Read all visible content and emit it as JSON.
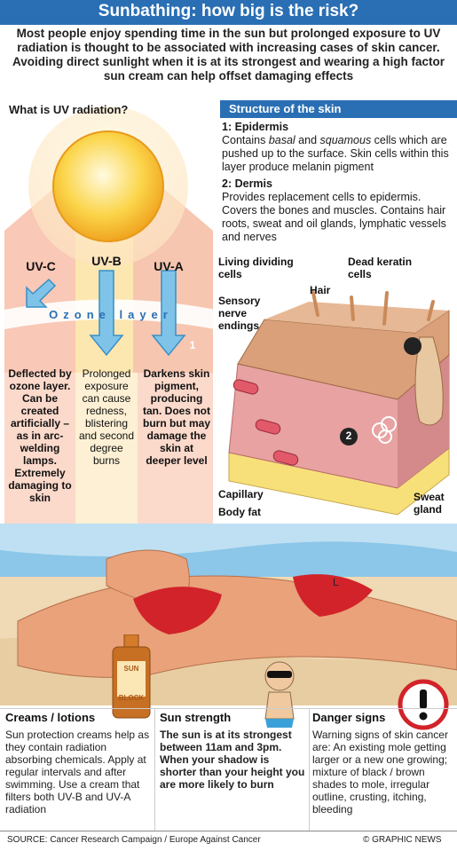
{
  "title": "Sunbathing: how big is the risk?",
  "intro": "Most people enjoy spending time in the sun but prolonged exposure to UV radiation is thought to be associated with increasing cases of skin cancer. Avoiding direct sunlight when it is at its strongest and wearing a high factor sun cream can help offset damaging effects",
  "uv": {
    "heading": "What is UV radiation?",
    "ozone_label": "Ozone layer",
    "types": [
      {
        "label": "UV-C",
        "text": "Deflected by ozone layer. Can be created artificially – as in arc-welding lamps. Extremely damaging to skin"
      },
      {
        "label": "UV-B",
        "text": "Prolonged exposure can cause redness, blistering and second degree burns"
      },
      {
        "label": "UV-A",
        "text": "Darkens skin pigment, producing tan. Does not burn but may damage the skin at deeper level"
      }
    ]
  },
  "skin": {
    "heading": "Structure of the skin",
    "epidermis_title": "1: Epidermis",
    "epidermis_text_a": "Contains ",
    "epidermis_basal": "basal",
    "epidermis_text_b": " and ",
    "epidermis_squamous": "squamous",
    "epidermis_text_c": " cells which are pushed up to the surface. Skin cells within this layer produce melanin pigment",
    "dermis_title": "2: Dermis",
    "dermis_text": "Provides replacement cells to epidermis. Covers the bones and muscles. Contains hair roots, sweat and oil glands, lymphatic vessels and nerves",
    "labels": {
      "living": "Living dividing cells",
      "dead": "Dead keratin cells",
      "hair": "Hair",
      "sensory": "Sensory nerve endings",
      "capillary": "Capillary",
      "fat": "Body fat",
      "sweat": "Sweat gland",
      "one": "1",
      "two": "2"
    }
  },
  "bottle_label_top": "SUN",
  "bottle_label_bottom": "BLOCK",
  "bottom": {
    "creams_title": "Creams / lotions",
    "creams_text": "Sun protection creams help as they contain radiation absorbing chemicals. Apply at regular intervals and after swimming. Use a cream that filters both UV-B and UV-A radiation",
    "sun_title": "Sun strength",
    "sun_text": "The sun is at its strongest between 11am and 3pm. When your shadow is shorter than your height you are more likely to burn",
    "danger_title": "Danger signs",
    "danger_text": "Warning signs of skin cancer are: An existing mole getting larger or a new one growing; mixture of black / brown shades to mole, irregular outline, crusting, itching, bleeding"
  },
  "source": "SOURCE: Cancer Research Campaign / Europe Against Cancer",
  "credit": "© GRAPHIC NEWS",
  "colors": {
    "accent": "#2a6fb4",
    "sun": "#f7c531",
    "skin": "#d9a07a",
    "bikini": "#d2232a"
  }
}
